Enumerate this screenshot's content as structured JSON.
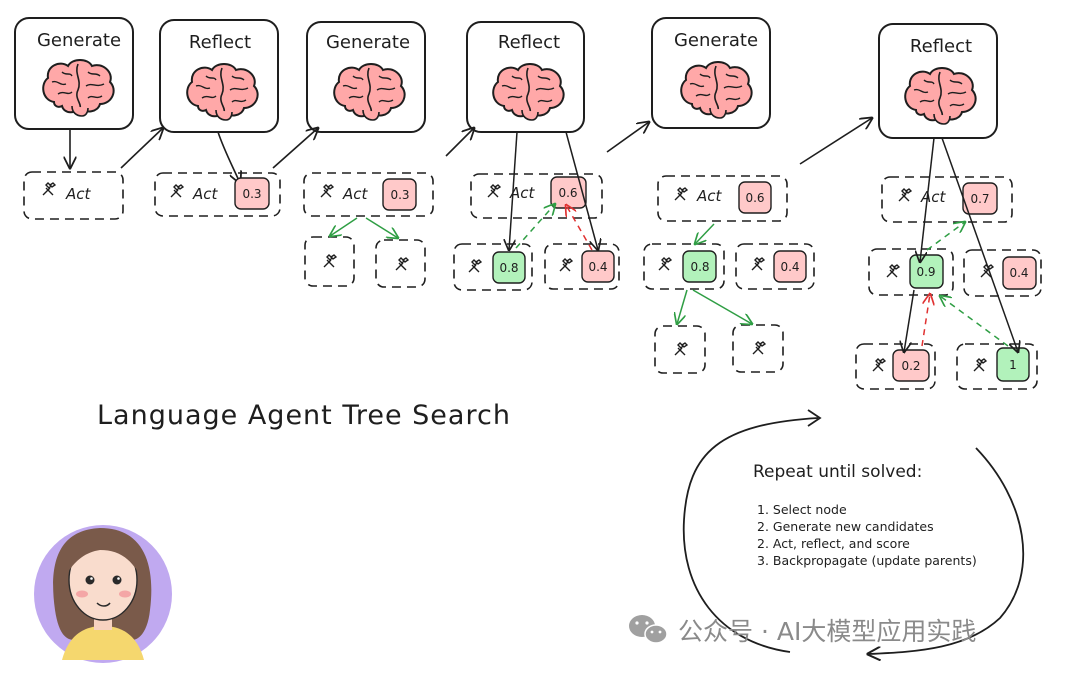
{
  "title": "Language Agent Tree Search",
  "stages": [
    "Generate",
    "Reflect",
    "Generate",
    "Reflect",
    "Generate",
    "Reflect"
  ],
  "act_label": "Act",
  "scores": {
    "s2_act": "0.3",
    "s3_act": "0.3",
    "s4_act": "0.6",
    "s4_left": "0.8",
    "s4_right": "0.4",
    "s5_act": "0.6",
    "s5_left": "0.8",
    "s5_right": "0.4",
    "s6_act": "0.7",
    "s6_left": "0.9",
    "s6_right": "0.4",
    "s6_bottom_left": "0.2",
    "s6_bottom_right": "1"
  },
  "notes": {
    "heading": "Repeat until solved:",
    "items": [
      "1. Select node",
      "2. Generate new candidates",
      "2. Act, reflect, and score",
      "3. Backpropagate (update parents)"
    ]
  },
  "watermark": "公众号 · AI大模型应用实践",
  "colors": {
    "good": "#b2f2bb",
    "bad": "#ffc9c9",
    "good_arrow": "#2f9e44",
    "bad_arrow": "#e03131",
    "avatar_bg": "#c0a9f0"
  }
}
